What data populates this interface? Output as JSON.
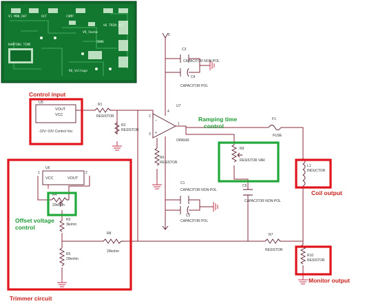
{
  "annotations": {
    "control_input": "Control input",
    "ramping_line1": "Ramping time",
    "ramping_line2": "control",
    "coil_output": "Coil output",
    "offset_line1": "Offset  voltage",
    "offset_line2": "control",
    "monitor_output": "Monitor output",
    "trimmer_circuit": "Trimmer circuit"
  },
  "components": {
    "u5": {
      "ref": "U5",
      "pin1": "VOUT",
      "pin2": "VCC",
      "desc": "-10V~10V Control Voc"
    },
    "r1": {
      "ref": "R1",
      "value": "RESISTOR"
    },
    "r2": {
      "ref": "R2",
      "value": "RESISTOR"
    },
    "u7": {
      "ref": "U7",
      "part": "OPA549"
    },
    "r6": {
      "ref": "R6",
      "value": "RESISTOR"
    },
    "r8": {
      "ref": "R8",
      "value": "20kohm"
    },
    "r3": {
      "ref": "R3",
      "value": "3kohm"
    },
    "r5": {
      "ref": "R5",
      "value": "20kohm"
    },
    "r4": {
      "ref": "R4",
      "value": "20kohm"
    },
    "u6": {
      "ref": "U6",
      "pin1": "VCC",
      "pin2": "VOUT"
    },
    "c3": {
      "ref": "C3",
      "value": "CAPACITOR NON-POL"
    },
    "c4": {
      "ref": "C4",
      "value": "CAPACITOR POL"
    },
    "c1": {
      "ref": "C1",
      "value": "CAPACITOR NON-POL"
    },
    "c2": {
      "ref": "C2",
      "value": "CAPACITOR POL"
    },
    "c5": {
      "ref": "C5",
      "value": "CAPACITOR NON-POL"
    },
    "f1": {
      "ref": "F1",
      "value": "FUSE"
    },
    "r9": {
      "ref": "R9",
      "value": "RESISTOR VAR"
    },
    "l1": {
      "ref": "L1",
      "value": "INDUCTOR"
    },
    "r7": {
      "ref": "R7",
      "value": "RESISTOR"
    },
    "r10": {
      "ref": "R10",
      "value": "RESISTOR"
    }
  },
  "pins": {
    "p1": "1",
    "p2": "2",
    "p3": "3",
    "p4": "4",
    "p5": "5"
  },
  "pcb": {
    "board_color": "#0f6b2a",
    "labels": [
      "V1 MON_OUT",
      "OCT",
      "COMP",
      "VR_5kohm",
      "RAMPING TIME",
      "SENS",
      "R6_Voltage",
      "V6 TRIM_OUT"
    ]
  },
  "colors": {
    "annotation_red": "#e0141c",
    "annotation_green": "#22a83a",
    "wire": "#8a2a3a",
    "ground": "#c0304a"
  }
}
